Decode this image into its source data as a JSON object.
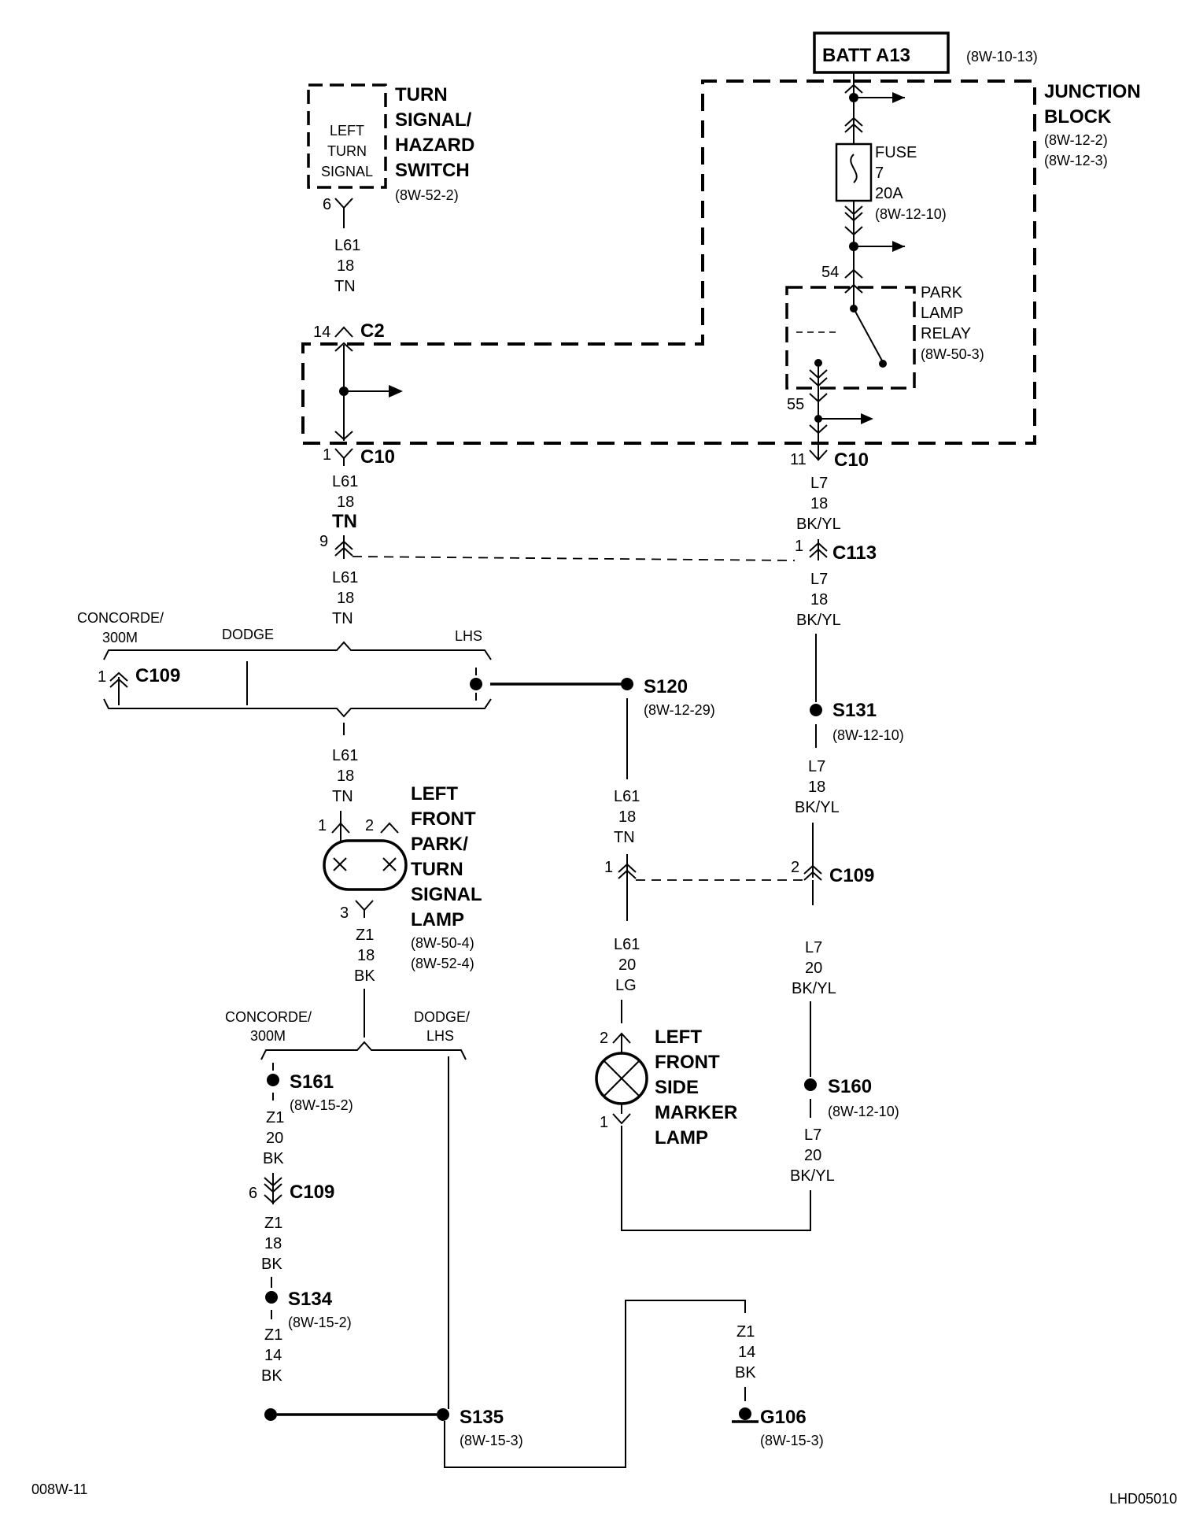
{
  "components": {
    "batt": {
      "label": "BATT A13",
      "ref": "(8W-10-13)"
    },
    "junction_block": {
      "line1": "JUNCTION",
      "line2": "BLOCK",
      "ref1": "(8W-12-2)",
      "ref2": "(8W-12-3)"
    },
    "fuse": {
      "line1": "FUSE",
      "line2": "7",
      "line3": "20A",
      "ref": "(8W-12-10)"
    },
    "park_lamp_relay": {
      "line1": "PARK",
      "line2": "LAMP",
      "line3": "RELAY",
      "ref": "(8W-50-3)",
      "pin_in": "54",
      "pin_out": "55"
    },
    "turn_switch": {
      "inner1": "LEFT",
      "inner2": "TURN",
      "inner3": "SIGNAL",
      "line1": "TURN",
      "line2": "SIGNAL/",
      "line3": "HAZARD",
      "line4": "SWITCH",
      "ref": "(8W-52-2)",
      "pin": "6"
    },
    "park_turn_lamp": {
      "line1": "LEFT",
      "line2": "FRONT",
      "line3": "PARK/",
      "line4": "TURN",
      "line5": "SIGNAL",
      "line6": "LAMP",
      "ref1": "(8W-50-4)",
      "ref2": "(8W-52-4)",
      "pin1": "1",
      "pin2": "2",
      "pin3": "3"
    },
    "side_marker_lamp": {
      "line1": "LEFT",
      "line2": "FRONT",
      "line3": "SIDE",
      "line4": "MARKER",
      "line5": "LAMP",
      "pin2": "2",
      "pin1": "1"
    }
  },
  "connectors": {
    "c2": {
      "name": "C2",
      "pin": "14"
    },
    "c10_left": {
      "name": "C10",
      "pin": "1"
    },
    "c10_right": {
      "name": "C10",
      "pin": "11"
    },
    "c113": {
      "pin_left": "9",
      "pin_right": "1",
      "name": "C113"
    },
    "c109_top": {
      "pin": "1",
      "name": "C109"
    },
    "c109_mid": {
      "pin_left": "1",
      "pin_right": "2",
      "name": "C109"
    },
    "c109_low": {
      "pin": "6",
      "name": "C109"
    }
  },
  "splices": {
    "s120": {
      "name": "S120",
      "ref": "(8W-12-29)"
    },
    "s131": {
      "name": "S131",
      "ref": "(8W-12-10)"
    },
    "s160": {
      "name": "S160",
      "ref": "(8W-12-10)"
    },
    "s161": {
      "name": "S161",
      "ref": "(8W-15-2)"
    },
    "s134": {
      "name": "S134",
      "ref": "(8W-15-2)"
    },
    "s135": {
      "name": "S135",
      "ref": "(8W-15-3)"
    }
  },
  "ground": {
    "name": "G106",
    "ref": "(8W-15-3)"
  },
  "variants": {
    "upper_left": "CONCORDE/",
    "upper_left2": "300M",
    "upper_mid": "DODGE",
    "upper_right": "LHS",
    "lower_left": "CONCORDE/",
    "lower_left2": "300M",
    "lower_right": "DODGE/",
    "lower_right2": "LHS"
  },
  "wires": {
    "l61_a": [
      "L61",
      "18",
      "TN"
    ],
    "l61_b": [
      "L61",
      "18",
      "TN"
    ],
    "l61_c": [
      "L61",
      "18",
      "TN"
    ],
    "l61_d": [
      "L61",
      "18",
      "TN"
    ],
    "l61_e": [
      "L61",
      "18",
      "TN"
    ],
    "l61_f": [
      "L61",
      "20",
      "LG"
    ],
    "l7_a": [
      "L7",
      "18",
      "BK/YL"
    ],
    "l7_b": [
      "L7",
      "18",
      "BK/YL"
    ],
    "l7_c": [
      "L7",
      "18",
      "BK/YL"
    ],
    "l7_d": [
      "L7",
      "20",
      "BK/YL"
    ],
    "l7_e": [
      "L7",
      "20",
      "BK/YL"
    ],
    "z1_a": [
      "Z1",
      "18",
      "BK"
    ],
    "z1_b": [
      "Z1",
      "20",
      "BK"
    ],
    "z1_c": [
      "Z1",
      "18",
      "BK"
    ],
    "z1_d": [
      "Z1",
      "14",
      "BK"
    ],
    "z1_e": [
      "Z1",
      "14",
      "BK"
    ]
  },
  "footer": {
    "left": "008W-11",
    "right": "LHD05010"
  }
}
